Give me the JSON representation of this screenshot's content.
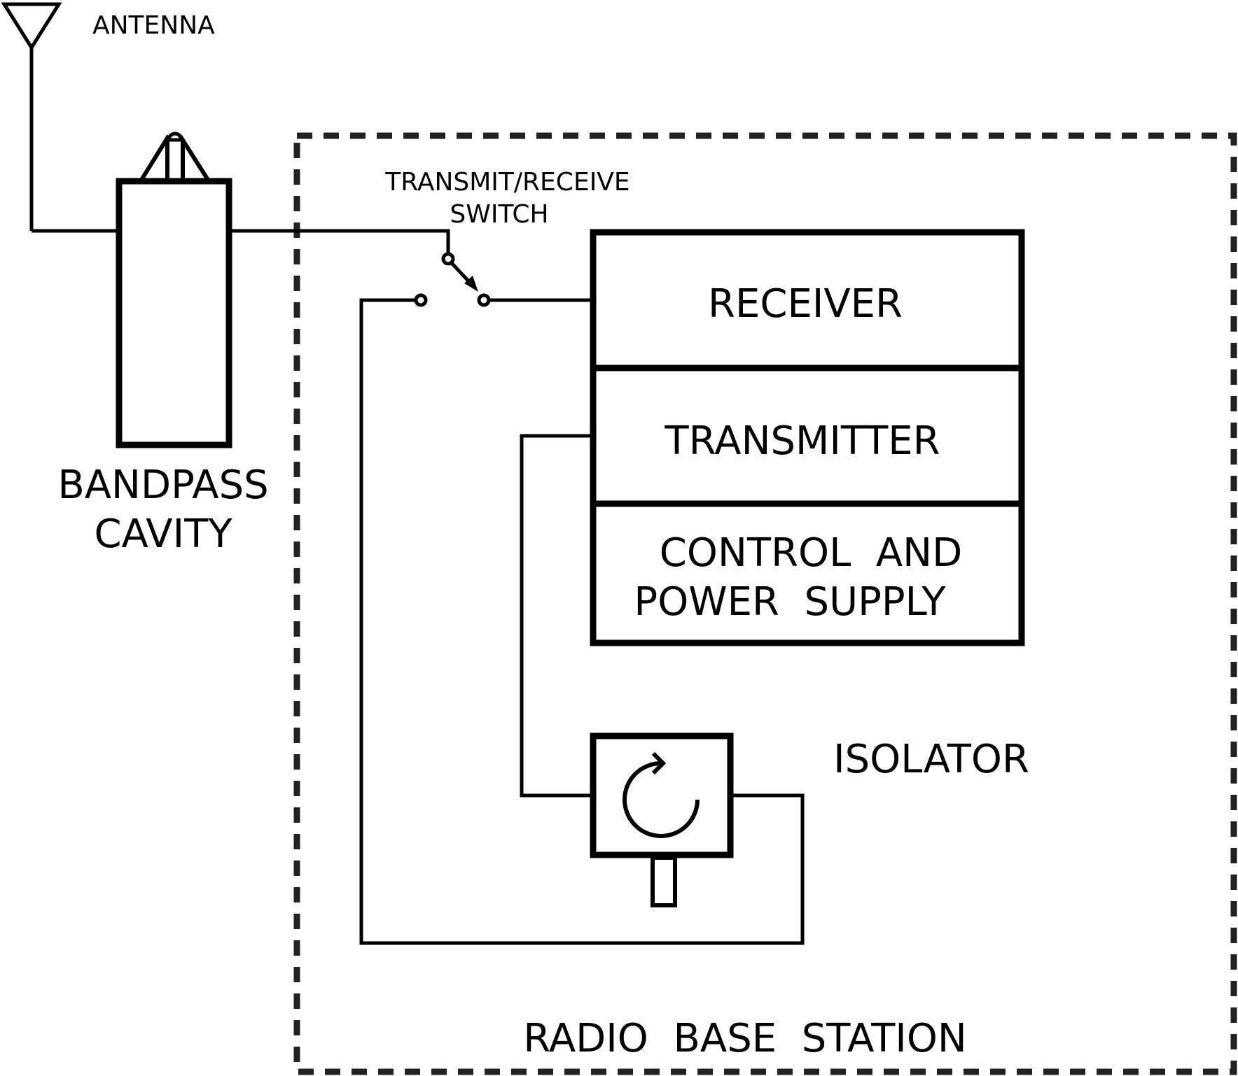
{
  "colors": {
    "line": "#000000",
    "boundary": "#222222",
    "background": "#ffffff"
  },
  "labels": {
    "antenna": "ANTENNA",
    "tr_switch_line1": "TRANSMIT/RECEIVE",
    "tr_switch_line2": "SWITCH",
    "bandpass_line1": "BANDPASS",
    "bandpass_line2": "CAVITY",
    "receiver": "RECEIVER",
    "transmitter": "TRANSMITTER",
    "control_line1": "CONTROL  AND",
    "control_line2": "POWER  SUPPLY",
    "isolator": "ISOLATOR",
    "boundary": "RADIO  BASE  STATION"
  },
  "icons": {
    "antenna": "antenna-triangle-icon",
    "cavity": "bandpass-cavity-icon",
    "switch": "switch-arrow-icon",
    "isolator": "circular-arrow-icon"
  }
}
